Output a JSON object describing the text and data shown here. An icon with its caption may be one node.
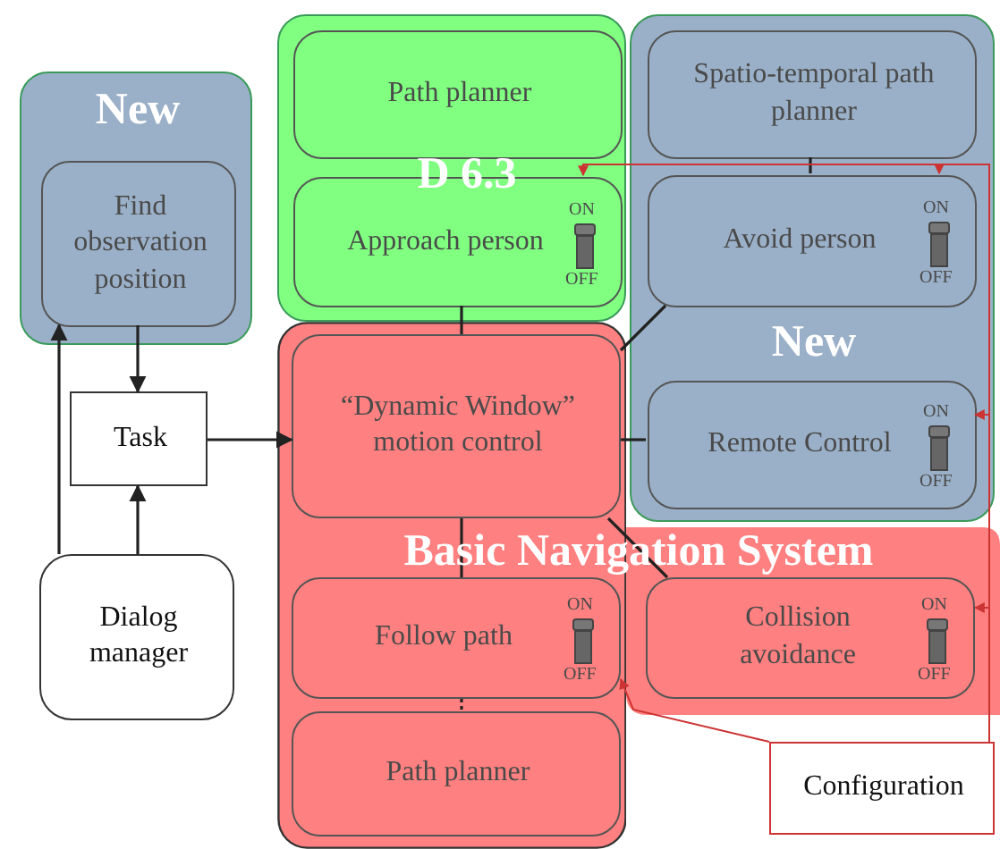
{
  "diagram": {
    "nodes": [
      {
        "text": [
          "D 6.3"
        ]
      },
      {
        "text": [
          "Path planner"
        ],
        "in": 0
      },
      {
        "text": [
          "Approach person",
          "ON",
          "OFF"
        ],
        "in": 0
      },
      {
        "text": [
          "New"
        ]
      },
      {
        "text": [
          "Find observation position"
        ],
        "in": 3
      },
      {
        "text": [
          "New"
        ]
      },
      {
        "text": [
          "Spatio-temporal path planner"
        ],
        "in": 5
      },
      {
        "text": [
          "Avoid person",
          "ON",
          "OFF"
        ],
        "in": 5
      },
      {
        "text": [
          "Remote Control",
          "ON",
          "OFF"
        ],
        "in": 5
      },
      {
        "text": [
          "Basic Navigation System"
        ]
      },
      {
        "text": [
          "“Dynamic Window” motion control"
        ],
        "in": 9
      },
      {
        "text": [
          "Follow path",
          "ON",
          "OFF"
        ],
        "in": 9
      },
      {
        "text": [
          "Path planner"
        ],
        "in": 9
      },
      {
        "text": [
          "Collision avoidance",
          "ON",
          "OFF"
        ]
      },
      {
        "text": [
          "Task"
        ]
      },
      {
        "text": [
          "Dialog manager"
        ]
      },
      {
        "text": [
          "Configuration"
        ]
      }
    ],
    "edges": [
      {
        "from": 4,
        "to": 14,
        "arrow": "to"
      },
      {
        "from": 15,
        "to": 4,
        "arrow": "to"
      },
      {
        "from": 15,
        "to": 14,
        "arrow": "to"
      },
      {
        "from": 14,
        "to": 10,
        "arrow": "to"
      },
      {
        "from": 2,
        "to": 10,
        "arrow": "none"
      },
      {
        "from": 7,
        "to": 10,
        "arrow": "none"
      },
      {
        "from": 8,
        "to": 10,
        "arrow": "none"
      },
      {
        "from": 13,
        "to": 10,
        "arrow": "none"
      },
      {
        "from": 10,
        "to": 11,
        "arrow": "none"
      },
      {
        "from": 11,
        "to": 12,
        "arrow": "none",
        "style": "dashed"
      },
      {
        "from": 6,
        "to": 7,
        "arrow": "none"
      },
      {
        "from": 16,
        "to": 11,
        "arrow": "to",
        "color": "#cc3333"
      },
      {
        "from": 16,
        "to": 13,
        "arrow": "to",
        "color": "#cc3333"
      },
      {
        "from": 16,
        "to": 8,
        "arrow": "to",
        "color": "#cc3333"
      },
      {
        "from": 16,
        "to": 7,
        "arrow": "to",
        "color": "#cc3333"
      },
      {
        "from": 16,
        "to": 2,
        "arrow": "to",
        "color": "#cc3333"
      }
    ]
  }
}
